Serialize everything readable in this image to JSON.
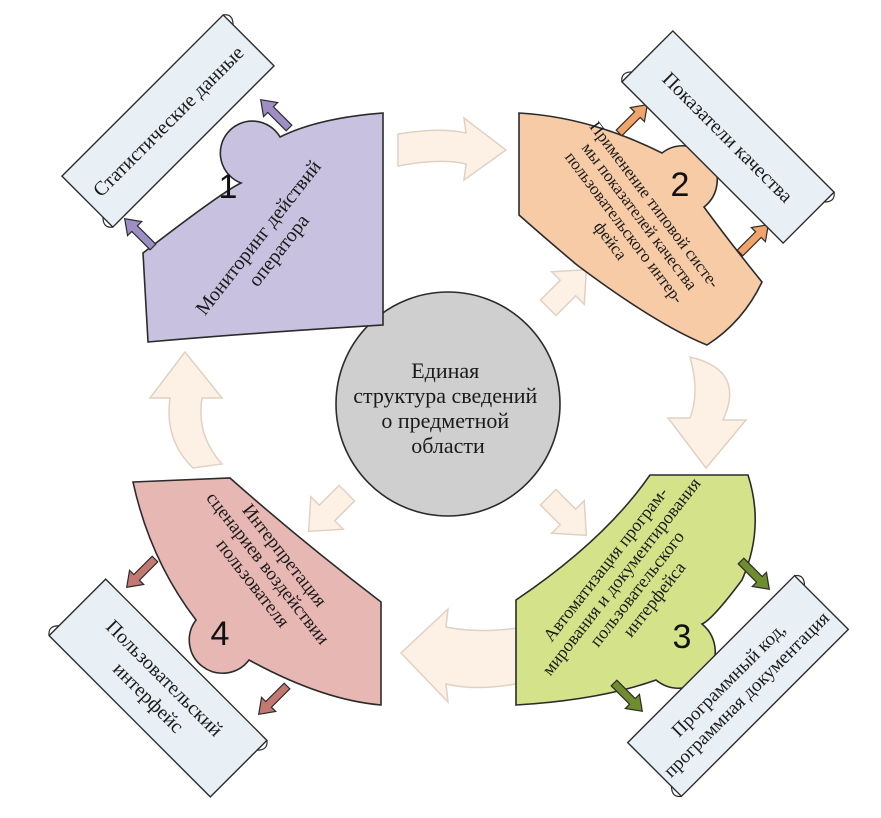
{
  "center": {
    "lines": [
      "Единая",
      "структура сведений",
      "о предметной",
      "области"
    ],
    "fill": "#cfcfcf"
  },
  "stages": [
    {
      "number": "1",
      "lines": [
        "Мониторинг действий",
        "оператора"
      ],
      "fill": "#c8c2e0"
    },
    {
      "number": "2",
      "lines": [
        "Применение типовой систе-",
        "мы показателей качества",
        "пользовательского интер-",
        "фейса"
      ],
      "fill": "#f6cba6"
    },
    {
      "number": "3",
      "lines": [
        "Автоматизация програм-",
        "мирования и документирования",
        "пользовательского",
        "интерфейса"
      ],
      "fill": "#d4e38a"
    },
    {
      "number": "4",
      "lines": [
        "Интерпретация",
        "сценариев воздействии",
        "пользователя"
      ],
      "fill": "#e7b7b3"
    }
  ],
  "outputs": [
    {
      "lines": [
        "Статистические данные"
      ],
      "arrow_color": "#9e8ec4"
    },
    {
      "lines": [
        "Показатели качества"
      ],
      "arrow_color": "#f0a36a"
    },
    {
      "lines": [
        "Программный код,",
        "программная документация"
      ],
      "arrow_color": "#6f8c2e"
    },
    {
      "lines": [
        "Пользовательский",
        "интерфейс"
      ],
      "arrow_color": "#c47872"
    }
  ],
  "colors": {
    "doc_fill": "#e9f0f5",
    "flow_arrow_fill": "#fdf1e6",
    "flow_arrow_stroke": "#e0d2c2",
    "outline": "#2b2b2b"
  }
}
